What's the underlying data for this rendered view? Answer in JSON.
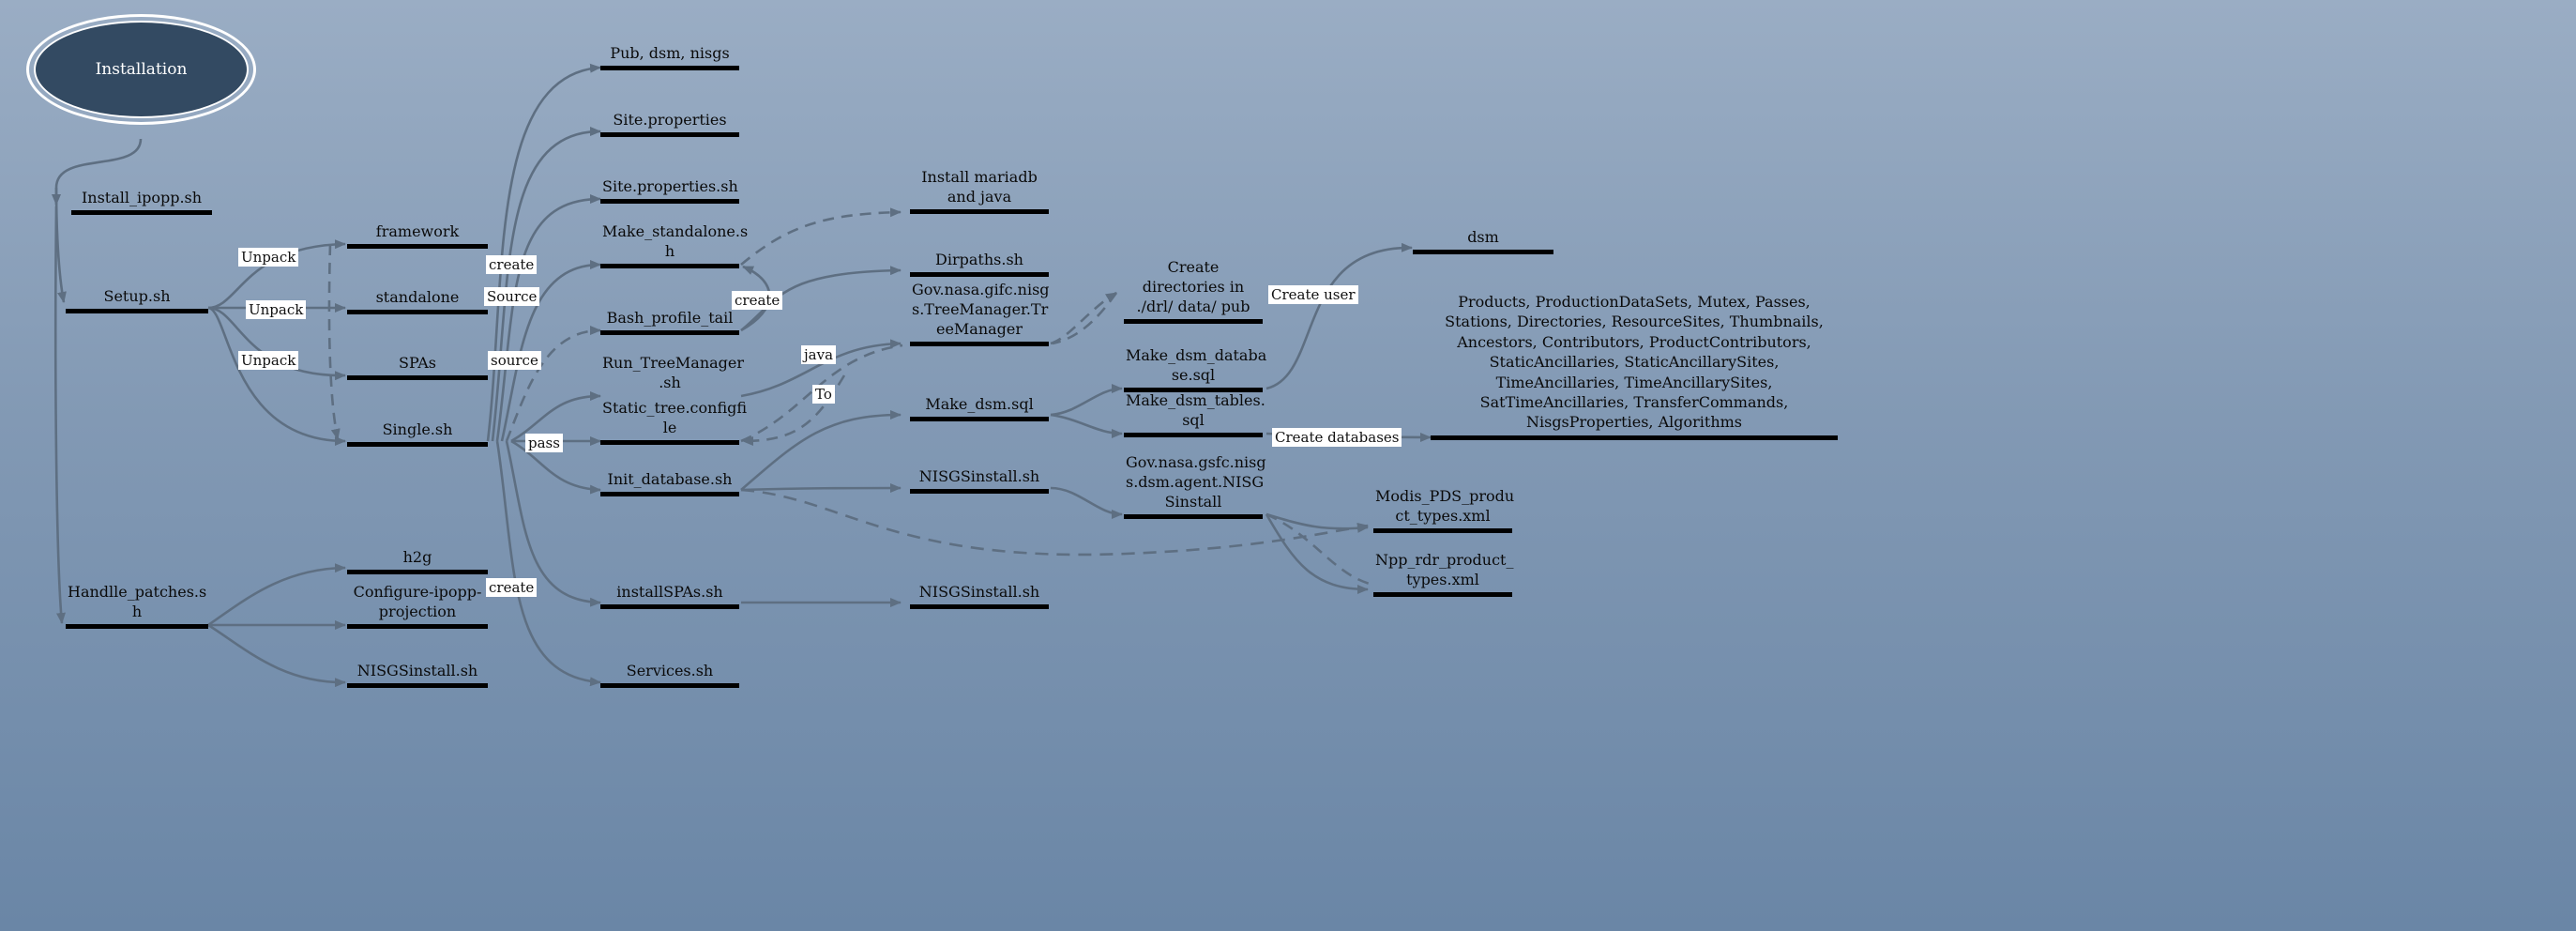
{
  "root": {
    "label": "Installation"
  },
  "nodes": {
    "install_ipopp": "Install_ipopp.sh",
    "setup": "Setup.sh",
    "handle_patches": "Handlle_patches.s h",
    "framework": "framework",
    "standalone": "standalone",
    "spas": "SPAs",
    "single": "Single.sh",
    "h2g": "h2g",
    "configure_ipopp": "Configure-ipopp- projection",
    "nisgs_install_left": "NISGSinstall.sh",
    "pub_dsm_nisgs": "Pub, dsm, nisgs",
    "site_properties": "Site.properties",
    "site_properties_sh": "Site.properties.sh",
    "make_standalone": "Make_standalone.s h",
    "bash_profile_tail": "Bash_profile_tail",
    "run_treemanager": "Run_TreeManager .sh",
    "static_tree": "Static_tree.configfi le",
    "init_database": "Init_database.sh",
    "install_spas": "installSPAs.sh",
    "services": "Services.sh",
    "install_mariadb": "Install mariadb and java",
    "dirpaths": "Dirpaths.sh",
    "treemanager": "Gov.nasa.gifc.nisg s.TreeManager.Tr eeManager",
    "make_dsm": "Make_dsm.sql",
    "nisgs_install_mid": "NISGSinstall.sh",
    "nisgs_install_mid2": "NISGSinstall.sh",
    "create_dirs": "Create directories in ./drl/ data/ pub",
    "make_dsm_database": "Make_dsm_databa se.sql",
    "make_dsm_tables": "Make_dsm_tables. sql",
    "nisg_agent": "Gov.nasa.gsfc.nisg s.dsm.agent.NISG Sinstall",
    "dsm": "dsm",
    "tables_list": "Products, ProductionDataSets, Mutex, Passes, Stations, Directories, ResourceSites, Thumbnails, Ancestors, Contributors, ProductContributors, StaticAncillaries, StaticAncillarySites, TimeAncillaries, TimeAncillarySites, SatTimeAncillaries, TransferCommands, NisgsProperties, Algorithms",
    "modis_pds": "Modis_PDS_produ ct_types.xml",
    "npp_rdr": "Npp_rdr_product_ types.xml"
  },
  "edge_labels": {
    "unpack1": "Unpack",
    "unpack2": "Unpack",
    "unpack3": "Unpack",
    "create1": "create",
    "source1": "Source",
    "source2": "source",
    "pass": "pass",
    "create2": "create",
    "java": "java",
    "to": "To",
    "create3": "create",
    "create_user": "Create user",
    "create_databases": "Create databases"
  },
  "colors": {
    "background_top": "#9aadc4",
    "background_bottom": "#6a86a6",
    "edge": "#5e6f82",
    "node_bar": "#000000",
    "root_fill": "#334a62"
  }
}
